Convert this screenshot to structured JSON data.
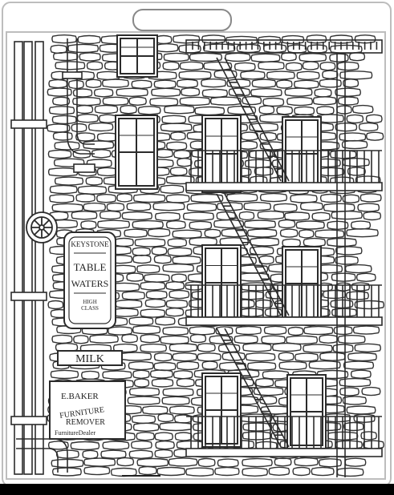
{
  "image": {
    "subject": "Stencil of brick building facade with fire escapes, pipes and vintage signage",
    "colors": {
      "line": "#2b2b2b",
      "background": "#ffffff",
      "frame": "#cfcfcf",
      "footer": "#000000"
    }
  },
  "signs": {
    "keystone": {
      "line1": "KEYSTONE",
      "line2": "TABLE",
      "line3": "WATERS",
      "line4": "HIGH",
      "line5": "CLASS"
    },
    "milk": "MILK",
    "baker": {
      "line1": "E.BAKER",
      "line2": "FURNITURE",
      "line3": "REMOVER",
      "line4": "FurnitureDealer"
    }
  }
}
